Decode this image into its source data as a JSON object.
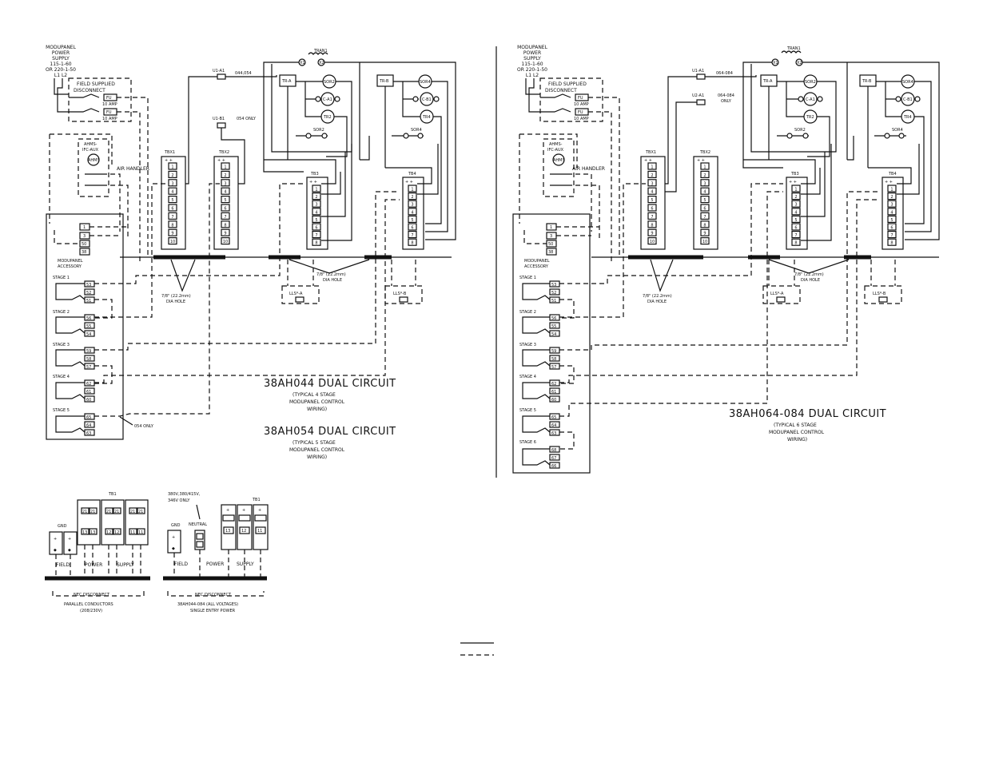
{
  "left": {
    "supply": [
      "MODUPANEL",
      "POWER",
      "SUPPLY",
      "115-1-60",
      "OR 220-1-50",
      "L1   L2"
    ],
    "disconnect": [
      "FIELD SUPPLIED",
      "DISCONNECT"
    ],
    "fuse": "FU",
    "fuse_rating": "10 AMP",
    "ahms": [
      "AHMS-",
      "IFC-AUX"
    ],
    "ahms_coil": "AHMS",
    "air_handler": "AIR HANDLER",
    "modupanel": [
      "MODUPANEL",
      "ACCESSORY"
    ],
    "stages": [
      {
        "label": "STAGE 1",
        "terms": [
          "53",
          "52",
          "51"
        ]
      },
      {
        "label": "STAGE 2",
        "terms": [
          "56",
          "55",
          "54"
        ]
      },
      {
        "label": "STAGE 3",
        "terms": [
          "59",
          "58",
          "57"
        ]
      },
      {
        "label": "STAGE 4",
        "terms": [
          "62",
          "61",
          "60"
        ]
      },
      {
        "label": "STAGE 5",
        "terms": [
          "65",
          "64",
          "63"
        ]
      }
    ],
    "mp_terms": [
      "1",
      "3",
      "50",
      "38"
    ],
    "u1a1": "U1-A1",
    "u1a1_note": "044,054",
    "u1b1": "U1-B1",
    "u1b1_note": "054 ONLY",
    "tbx1": "TBX1",
    "tbx2": "TBX2",
    "tb3": "TB3",
    "tb4": "TB4",
    "tr1": "TRAN1",
    "x1": "X1",
    "x2": "X2",
    "tra": "TR-A",
    "trb": "TR-B",
    "sor2": "SOR2",
    "sor4": "SOR4",
    "ca1": "C-A1",
    "cb1": "C-B1",
    "tr2": "TR2",
    "tr4": "TR4",
    "hole1": [
      "7/8\" (22.2mm)",
      "DIA HOLE"
    ],
    "hole2": [
      "7/8\" (22.2mm)",
      "DIA HOLE"
    ],
    "llsa": "LLS*-A",
    "llsb": "LLS*-B",
    "only054": "054 ONLY",
    "title1": "38AH044 DUAL CIRCUIT",
    "sub1": [
      "(TYPICAL 4 STAGE",
      "MODUPANEL CONTROL",
      "WIRING)"
    ],
    "title2": "38AH054 DUAL CIRCUIT",
    "sub2": [
      "(TYPICAL 5 STAGE",
      "MODUPANEL CONTROL",
      "WIRING)"
    ]
  },
  "right": {
    "supply": [
      "MODUPANEL",
      "POWER",
      "SUPPLY",
      "115-1-60",
      "OR 220-1-50",
      "L1   L2"
    ],
    "disconnect": [
      "FIELD SUPPLIED",
      "DISCONNECT"
    ],
    "fuse": "FU",
    "fuse_rating": "10 AMP",
    "ahms": [
      "AHMS-",
      "IFC-AUX"
    ],
    "ahms_coil": "AHMS",
    "air_handler": "AIR HANDLER",
    "modupanel": [
      "MODUPANEL",
      "ACCESSORY"
    ],
    "stages": [
      {
        "label": "STAGE 1",
        "terms": [
          "53",
          "52",
          "51"
        ]
      },
      {
        "label": "STAGE 2",
        "terms": [
          "56",
          "55",
          "54"
        ]
      },
      {
        "label": "STAGE 3",
        "terms": [
          "59",
          "58",
          "57"
        ]
      },
      {
        "label": "STAGE 4",
        "terms": [
          "62",
          "61",
          "60"
        ]
      },
      {
        "label": "STAGE 5",
        "terms": [
          "65",
          "64",
          "63"
        ]
      },
      {
        "label": "STAGE 6",
        "terms": [
          "68",
          "67",
          "66"
        ]
      }
    ],
    "mp_terms": [
      "1",
      "3",
      "50",
      "38"
    ],
    "u1a1": "U1-A1",
    "u1a1_note": "064-084",
    "u2a1": "U2-A1",
    "u2a1_note": [
      "064-084",
      "ONLY"
    ],
    "tbx1": "TBX1",
    "tbx2": "TBX2",
    "tb3": "TB3",
    "tb4": "TB4",
    "tr1": "TRAN1",
    "x1": "X1",
    "x2": "X2",
    "tra": "TR-A",
    "trb": "TR-B",
    "sor2": "SOR2",
    "sor4": "SOR4",
    "ca1": "C-A1",
    "cb1": "C-B1",
    "tr2": "TR2",
    "tr4": "TR4",
    "hole1": [
      "7/8\" (22.2mm)",
      "DIA HOLE"
    ],
    "hole2": [
      "7/8\" (22.2mm)",
      "DIA HOLE"
    ],
    "llsa": "LLS*-A",
    "llsb": "LLS*-B",
    "title": "38AH064-084 DUAL CIRCUIT",
    "sub": [
      "(TYPICAL 6 STAGE",
      "MODUPANEL CONTROL",
      "WIRING)"
    ]
  },
  "tb_terms": [
    "1",
    "2",
    "3",
    "4",
    "5",
    "6",
    "7",
    "8",
    "9",
    "10"
  ],
  "bottom1": {
    "tb1": "TB1",
    "gnd": "GND",
    "terms_top": [
      "21",
      "21",
      "21",
      "21",
      "21",
      "21"
    ],
    "terms_bot": [
      "13",
      "13",
      "12",
      "12",
      "11",
      "11"
    ],
    "field": "FIELD",
    "power": "POWER",
    "supply": "SUPPLY",
    "nec": "NEC DISCONNECT",
    "caption": [
      "PARALLEL CONDUCTORS",
      "(208/230V)"
    ]
  },
  "bottom2": {
    "voltage": [
      "380V,380/415V,",
      "346V ONLY"
    ],
    "tb1": "TB1",
    "gnd": "GND",
    "neutral": "NEUTRAL",
    "terms": [
      "13",
      "12",
      "11"
    ],
    "field": "FIELD",
    "power": "POWER",
    "supply": "SUPPLY",
    "nec": "NEC DISCONNECT",
    "caption": [
      "38AH044-084 (ALL VOLTAGES)",
      "SINGLE ENTRY POWER"
    ]
  }
}
